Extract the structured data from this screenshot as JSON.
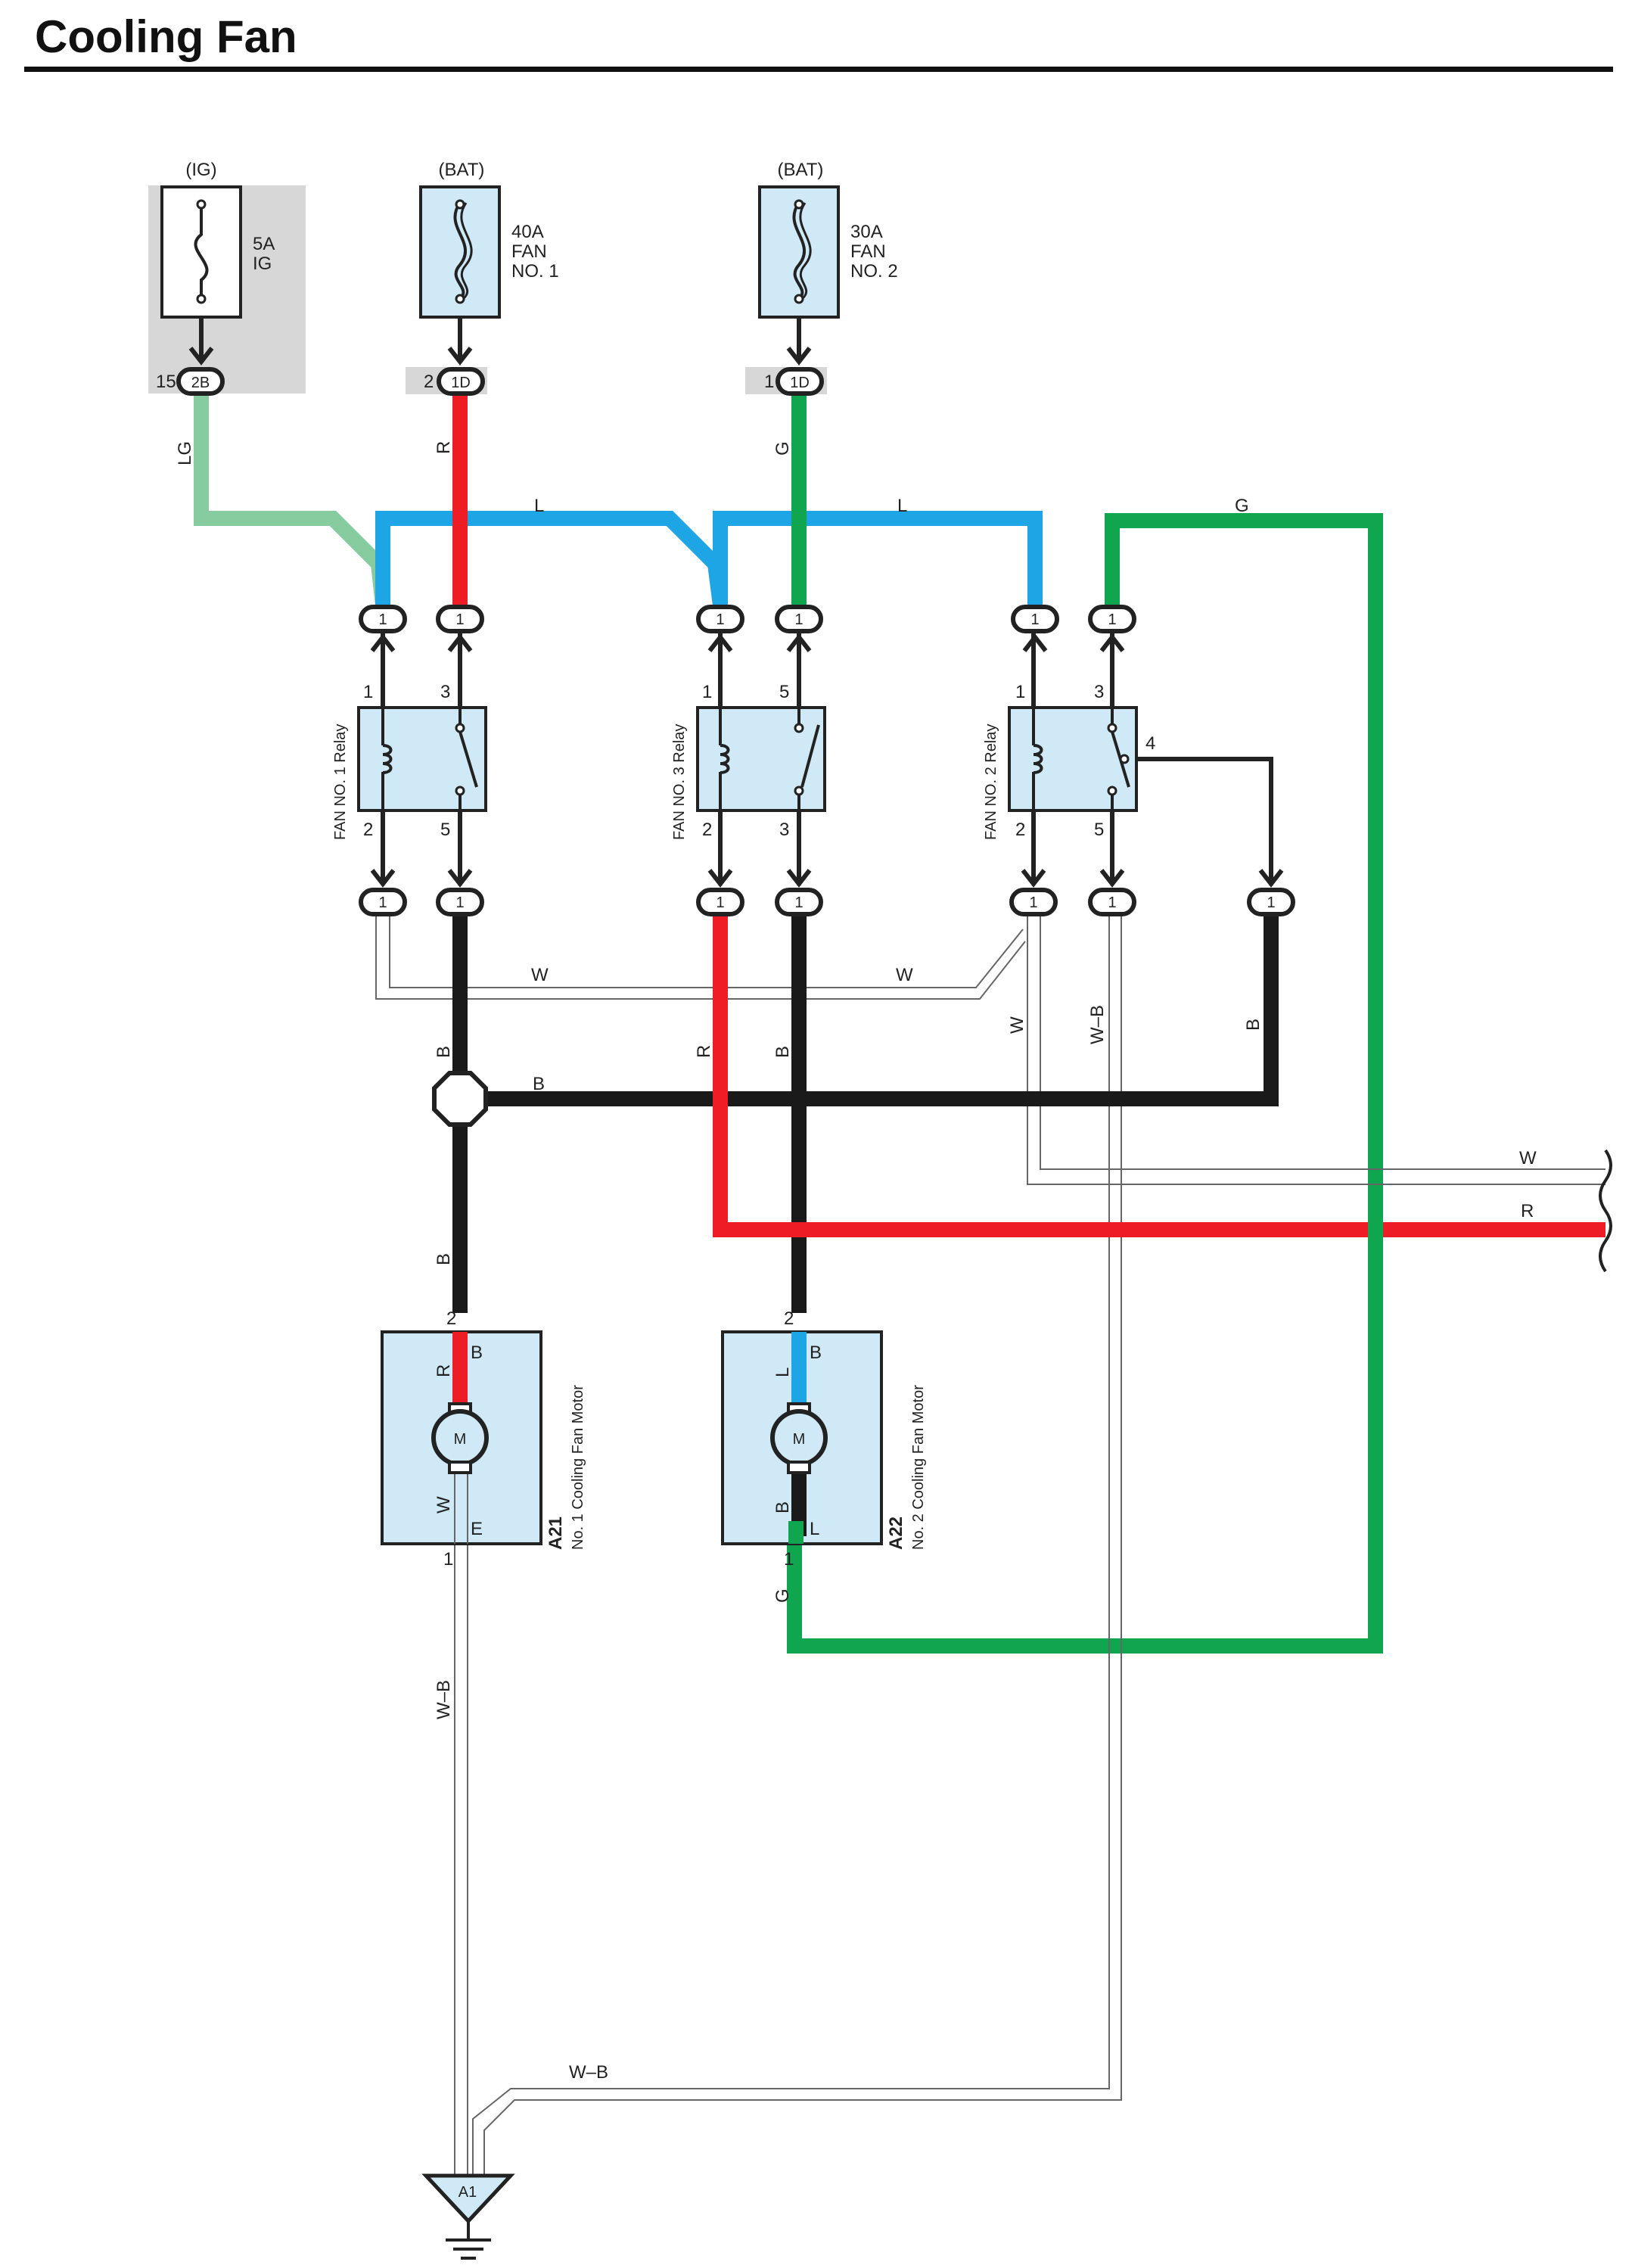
{
  "title": "Cooling Fan",
  "colors": {
    "LG": "#86cc9e",
    "L": "#1ea5e6",
    "R": "#ee1c24",
    "G": "#0fa64f",
    "B": "#1a1a1a",
    "W": "#ffffff",
    "box": "#cfe9f7",
    "shade": "#d7d7d8"
  },
  "fuses": [
    {
      "source": "(IG)",
      "rating": "5A",
      "name1": "IG",
      "name2": "",
      "pin": "15",
      "connector": "2B",
      "wire": "LG"
    },
    {
      "source": "(BAT)",
      "rating": "40A",
      "name1": "FAN",
      "name2": "NO. 1",
      "pin": "2",
      "connector": "1D",
      "wire": "R"
    },
    {
      "source": "(BAT)",
      "rating": "30A",
      "name1": "FAN",
      "name2": "NO. 2",
      "pin": "1",
      "connector": "1D",
      "wire": "G"
    }
  ],
  "relays": [
    {
      "name": "FAN NO. 1 Relay",
      "pins": [
        "1",
        "3",
        "2",
        "5"
      ]
    },
    {
      "name": "FAN NO. 3 Relay",
      "pins": [
        "1",
        "5",
        "2",
        "3"
      ]
    },
    {
      "name": "FAN NO. 2 Relay",
      "pins": [
        "1",
        "3",
        "2",
        "5",
        "4"
      ]
    }
  ],
  "connector_pin": "1",
  "wire_labels": {
    "LG": "LG",
    "R": "R",
    "G": "G",
    "L": "L",
    "W": "W",
    "B": "B",
    "WB": "W–B"
  },
  "motors": [
    {
      "code": "A21",
      "name": "No.  1 Cooling Fan Motor",
      "top_pin": "2",
      "bottom_pin": "1",
      "term_top": "B",
      "term_bottom": "E",
      "wire_top": "R",
      "wire_bottom": "W",
      "symbol": "M"
    },
    {
      "code": "A22",
      "name": "No.  2 Cooling Fan Motor",
      "top_pin": "2",
      "bottom_pin": "1",
      "term_top": "B",
      "term_bottom": "L",
      "wire_top": "L",
      "wire_bottom": "B",
      "symbol": "M"
    }
  ],
  "ground": "A1"
}
